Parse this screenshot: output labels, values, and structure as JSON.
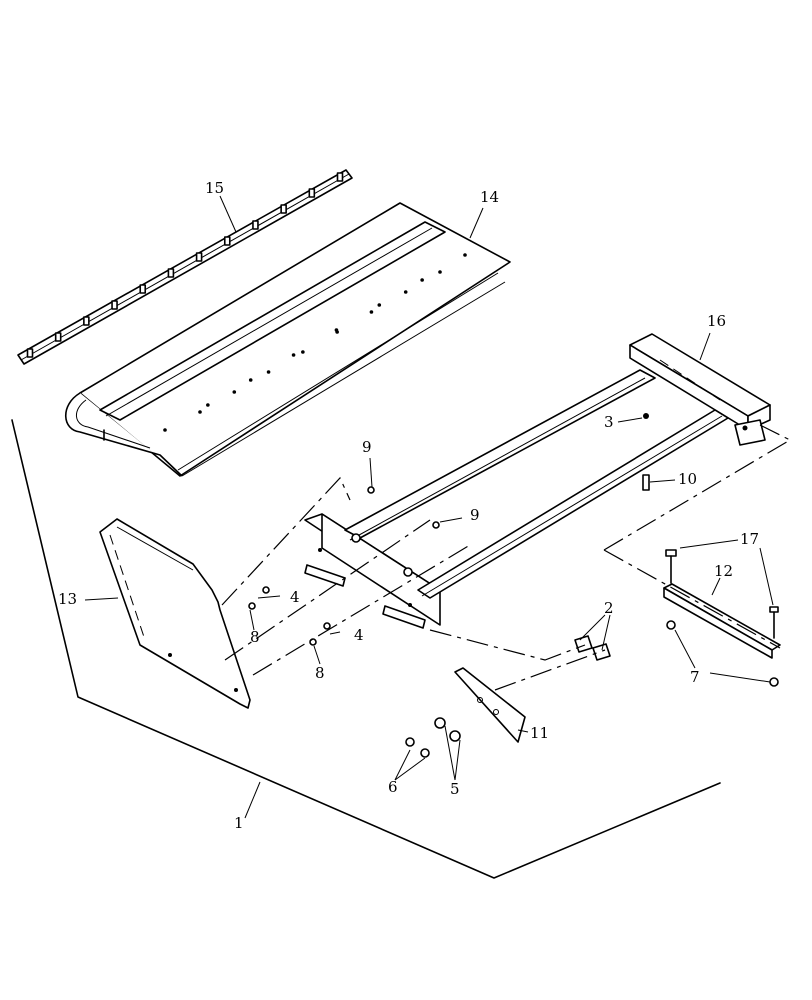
{
  "callouts": [
    {
      "id": "c1",
      "text": "1"
    },
    {
      "id": "c2",
      "text": "2"
    },
    {
      "id": "c3",
      "text": "3"
    },
    {
      "id": "c4a",
      "text": "4"
    },
    {
      "id": "c4b",
      "text": "4"
    },
    {
      "id": "c5",
      "text": "5"
    },
    {
      "id": "c6",
      "text": "6"
    },
    {
      "id": "c7",
      "text": "7"
    },
    {
      "id": "c8a",
      "text": "8"
    },
    {
      "id": "c8b",
      "text": "8"
    },
    {
      "id": "c9a",
      "text": "9"
    },
    {
      "id": "c9b",
      "text": "9"
    },
    {
      "id": "c10",
      "text": "10"
    },
    {
      "id": "c11",
      "text": "11"
    },
    {
      "id": "c12",
      "text": "12"
    },
    {
      "id": "c13",
      "text": "13"
    },
    {
      "id": "c14",
      "text": "14"
    },
    {
      "id": "c15",
      "text": "15"
    },
    {
      "id": "c16",
      "text": "16"
    },
    {
      "id": "c17",
      "text": "17"
    }
  ]
}
